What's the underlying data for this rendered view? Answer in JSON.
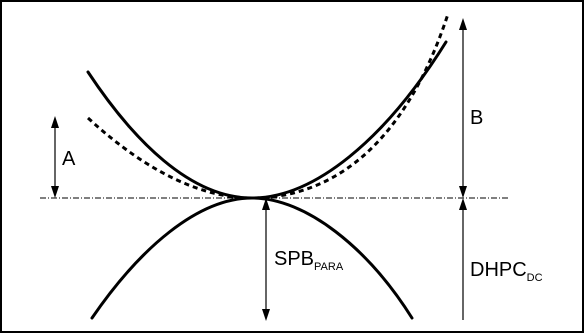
{
  "diagram": {
    "labels": {
      "a": "A",
      "b": "B",
      "spb_main": "SPB",
      "spb_sub": "PARA",
      "dhpc_main": "DHPC",
      "dhpc_sub": "DC"
    },
    "colors": {
      "stroke": "#000000",
      "background": "#ffffff"
    }
  }
}
